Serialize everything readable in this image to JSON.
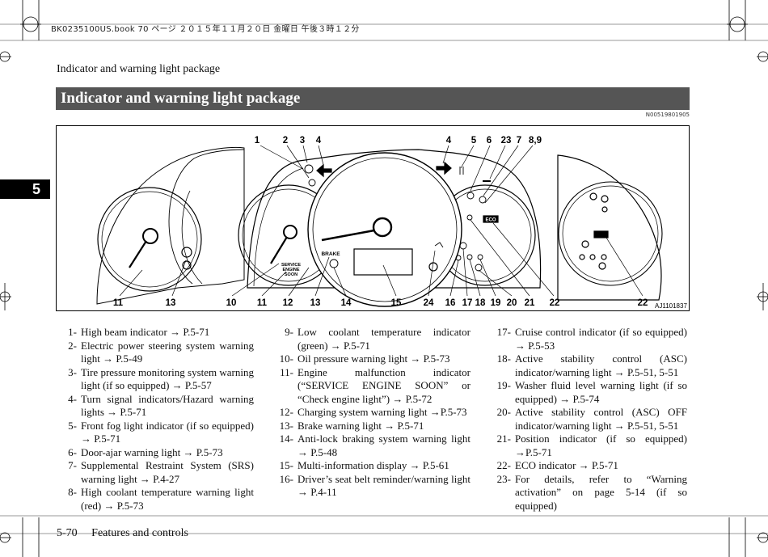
{
  "file_header": "BK0235100US.book  70 ページ  ２０１５年１１月２０日  金曜日  午後３時１２分",
  "running_head": "Indicator and warning light package",
  "title": "Indicator and warning light package",
  "doc_code": "N00519801905",
  "chapter_tab": "5",
  "figure": {
    "code": "AJ1101837",
    "top_callouts": [
      "1",
      "2",
      "3",
      "4",
      "4",
      "5",
      "6",
      "23",
      "7",
      "8,9"
    ],
    "bottom_callouts": [
      "11",
      "13",
      "10",
      "11",
      "12",
      "13",
      "14",
      "15",
      "24",
      "16",
      "17",
      "18",
      "19",
      "20",
      "21",
      "22",
      "22"
    ],
    "panel_labels": {
      "service_1": "SERVICE",
      "service_2": "ENGINE",
      "service_3": "SOON",
      "brake": "BRAKE",
      "eco": "ECO"
    }
  },
  "legend": {
    "col1": [
      {
        "num": "1-",
        "text": "High beam indicator → P.5-71"
      },
      {
        "num": "2-",
        "text": "Electric power steering system warning light → P.5-49"
      },
      {
        "num": "3-",
        "text": "Tire pressure monitoring system warning light (if so equipped) → P.5-57"
      },
      {
        "num": "4-",
        "text": "Turn signal indicators/Hazard warning lights → P.5-71"
      },
      {
        "num": "5-",
        "text": "Front fog light indicator (if so equipped) → P.5-71"
      },
      {
        "num": "6-",
        "text": "Door-ajar warning light → P.5-73"
      },
      {
        "num": "7-",
        "text": "Supplemental Restraint System (SRS) warning light → P.4-27"
      },
      {
        "num": "8-",
        "text": "High coolant temperature warning light (red) → P.5-73"
      }
    ],
    "col2": [
      {
        "num": "9-",
        "text": "Low coolant temperature indicator (green) → P.5-71"
      },
      {
        "num": "10-",
        "text": "Oil pressure warning light → P.5-73"
      },
      {
        "num": "11-",
        "text": "Engine malfunction indicator (“SERVICE ENGINE SOON” or “Check engine light”) → P.5-72"
      },
      {
        "num": "12-",
        "text": "Charging system warning light →P.5-73"
      },
      {
        "num": "13-",
        "text": "Brake warning light → P.5-71"
      },
      {
        "num": "14-",
        "text": "Anti-lock braking system warning light → P.5-48"
      },
      {
        "num": "15-",
        "text": "Multi-information display → P.5-61"
      },
      {
        "num": "16-",
        "text": "Driver’s seat belt reminder/warning light → P.4-11"
      }
    ],
    "col3": [
      {
        "num": "17-",
        "text": "Cruise control indicator (if so equipped) → P.5-53"
      },
      {
        "num": "18-",
        "text": "Active stability control (ASC) indicator/warning light → P.5-51, 5-51"
      },
      {
        "num": "19-",
        "text": "Washer fluid level warning light (if so equipped) → P.5-74"
      },
      {
        "num": "20-",
        "text": "Active stability control (ASC) OFF indicator/warning light → P.5-51, 5-51"
      },
      {
        "num": "21-",
        "text": "Position indicator (if so equipped) →P.5-71"
      },
      {
        "num": "22-",
        "text": "ECO indicator → P.5-71"
      },
      {
        "num": "23-",
        "text": "For details, refer to “Warning activation” on page 5-14 (if so equipped)"
      }
    ]
  },
  "footer": {
    "page": "5-70",
    "section": "Features and controls"
  }
}
